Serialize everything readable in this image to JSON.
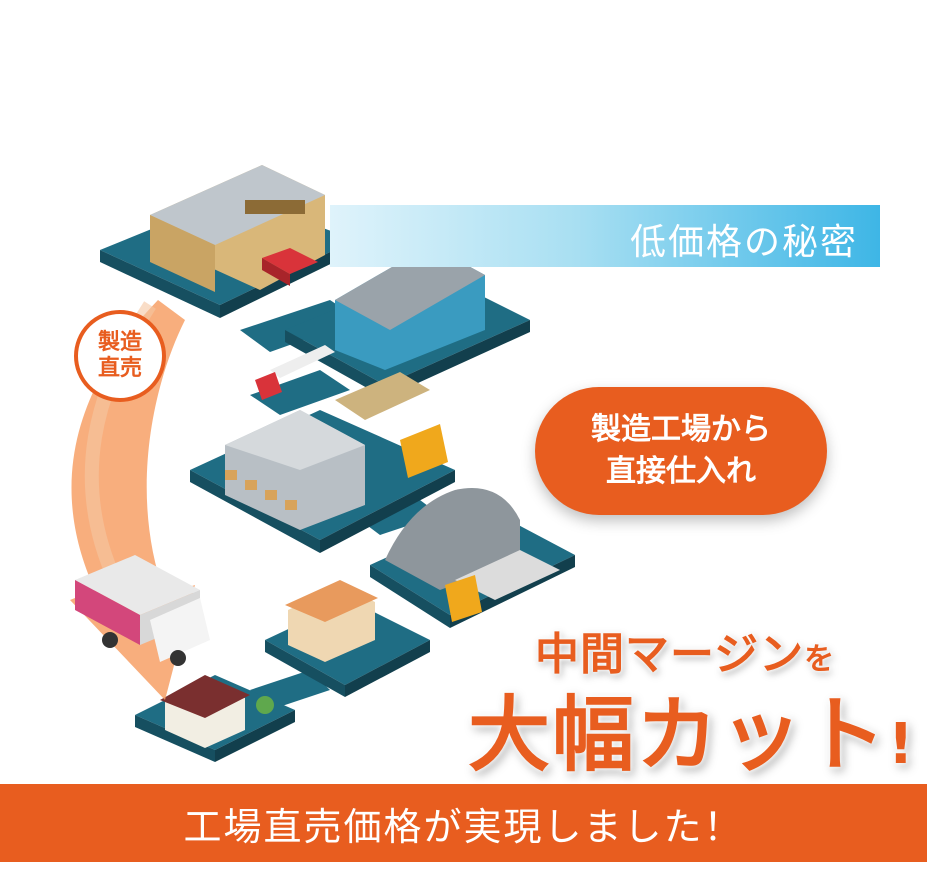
{
  "title_band": {
    "text": "低価格の秘密"
  },
  "badge": {
    "line1": "製造",
    "line2": "直売"
  },
  "callout": {
    "line1": "製造工場から",
    "line2": "直接仕入れ"
  },
  "headline": {
    "line1": "中間マージン",
    "line1_particle": "を",
    "line2": "大幅カット",
    "line2_exclaim": "!"
  },
  "footer": {
    "text": "工場直売価格が実現しました！"
  },
  "colors": {
    "accent": "#e85d1f",
    "platform": "#1f6d84",
    "sky": "#3eb6e6"
  }
}
